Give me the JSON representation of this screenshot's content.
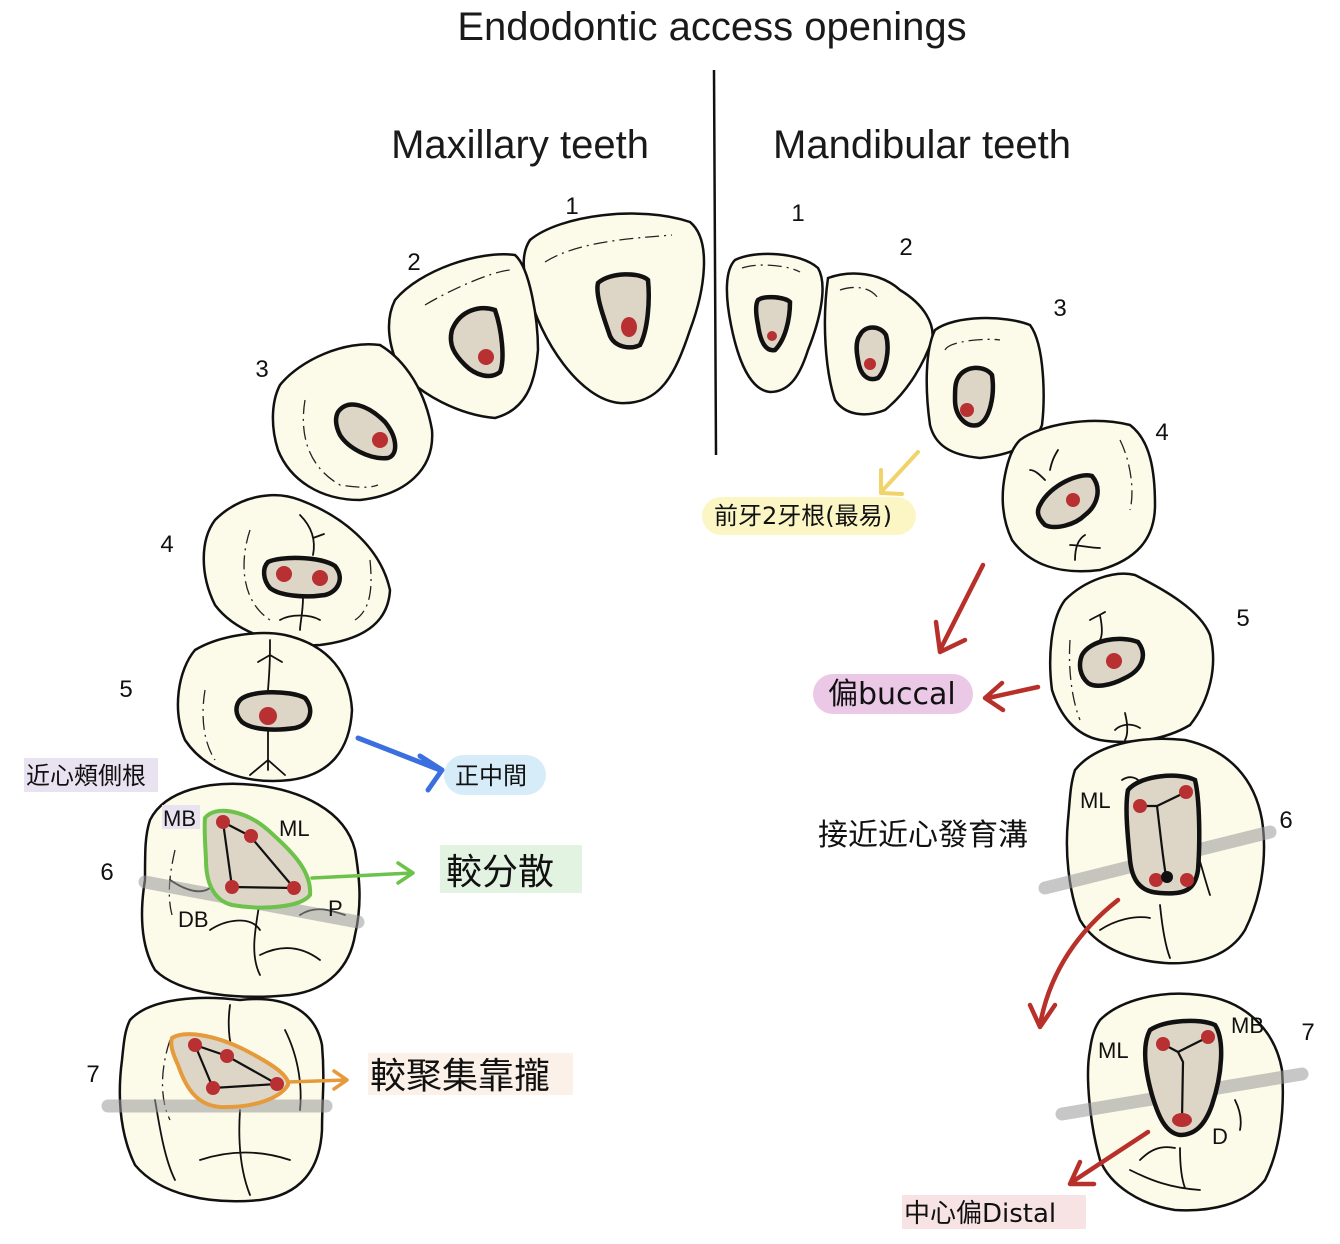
{
  "title": "Endodontic access openings",
  "maxillary": {
    "heading": "Maxillary teeth",
    "teeth": [
      "1",
      "2",
      "3",
      "4",
      "5",
      "6",
      "7"
    ],
    "tooth6_canals": {
      "mb": "MB",
      "ml": "ML",
      "db": "DB",
      "p": "P"
    }
  },
  "mandibular": {
    "heading": "Mandibular teeth",
    "teeth": [
      "1",
      "2",
      "3",
      "4",
      "5",
      "6",
      "7"
    ],
    "tooth6_canals": {
      "ml": "ML"
    },
    "tooth7_canals": {
      "ml": "ML",
      "mb": "MB",
      "d": "D"
    }
  },
  "annotations": {
    "mb_root": {
      "text": "近心頰側根",
      "bg": "#e9e3f1"
    },
    "center": {
      "text": "正中間",
      "bg": "#d6ecf9",
      "arrow": "#3b6fdf"
    },
    "spread": {
      "text": "較分散",
      "bg": "#e3f3e1",
      "color": "#4b8a55",
      "arrow": "#6cc24a"
    },
    "converge": {
      "text": "較聚集靠攏",
      "bg": "#fbf1e8",
      "arrow": "#e59a3b"
    },
    "anterior_two_roots": {
      "text": "前牙2牙根(最易)",
      "bg": "#fbf6c4",
      "arrow": "#f0d46a"
    },
    "buccal": {
      "text": "偏buccal",
      "bg": "#ebc8e6",
      "arrow": "#b8302a"
    },
    "mesial_groove": {
      "text": "接近近心發育溝"
    },
    "distal": {
      "text": "中心偏Distal",
      "bg": "#f7e3e4",
      "arrow": "#b8302a"
    }
  }
}
